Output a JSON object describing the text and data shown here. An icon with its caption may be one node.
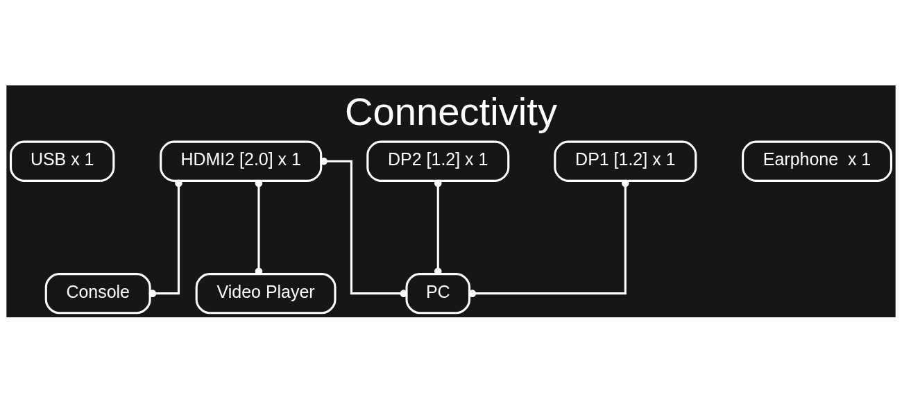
{
  "diagram": {
    "title": "Connectivity",
    "nodes": [
      {
        "text": [
          "USB x 1"
        ]
      },
      {
        "text": [
          "HDMI2 [2.0] x 1"
        ]
      },
      {
        "text": [
          "DP2 [1.2] x 1"
        ]
      },
      {
        "text": [
          "DP1 [1.2] x 1"
        ]
      },
      {
        "text": [
          "Earphone  x 1"
        ]
      },
      {
        "text": [
          "Console"
        ]
      },
      {
        "text": [
          "Video Player"
        ]
      },
      {
        "text": [
          "PC"
        ]
      }
    ],
    "edges": [
      {
        "from": 1,
        "to": 5,
        "arrow": "other"
      },
      {
        "from": 1,
        "to": 6,
        "arrow": "other"
      },
      {
        "from": 1,
        "to": 7,
        "arrow": "other"
      },
      {
        "from": 2,
        "to": 7,
        "arrow": "other"
      },
      {
        "from": 3,
        "to": 7,
        "arrow": "other"
      }
    ]
  }
}
